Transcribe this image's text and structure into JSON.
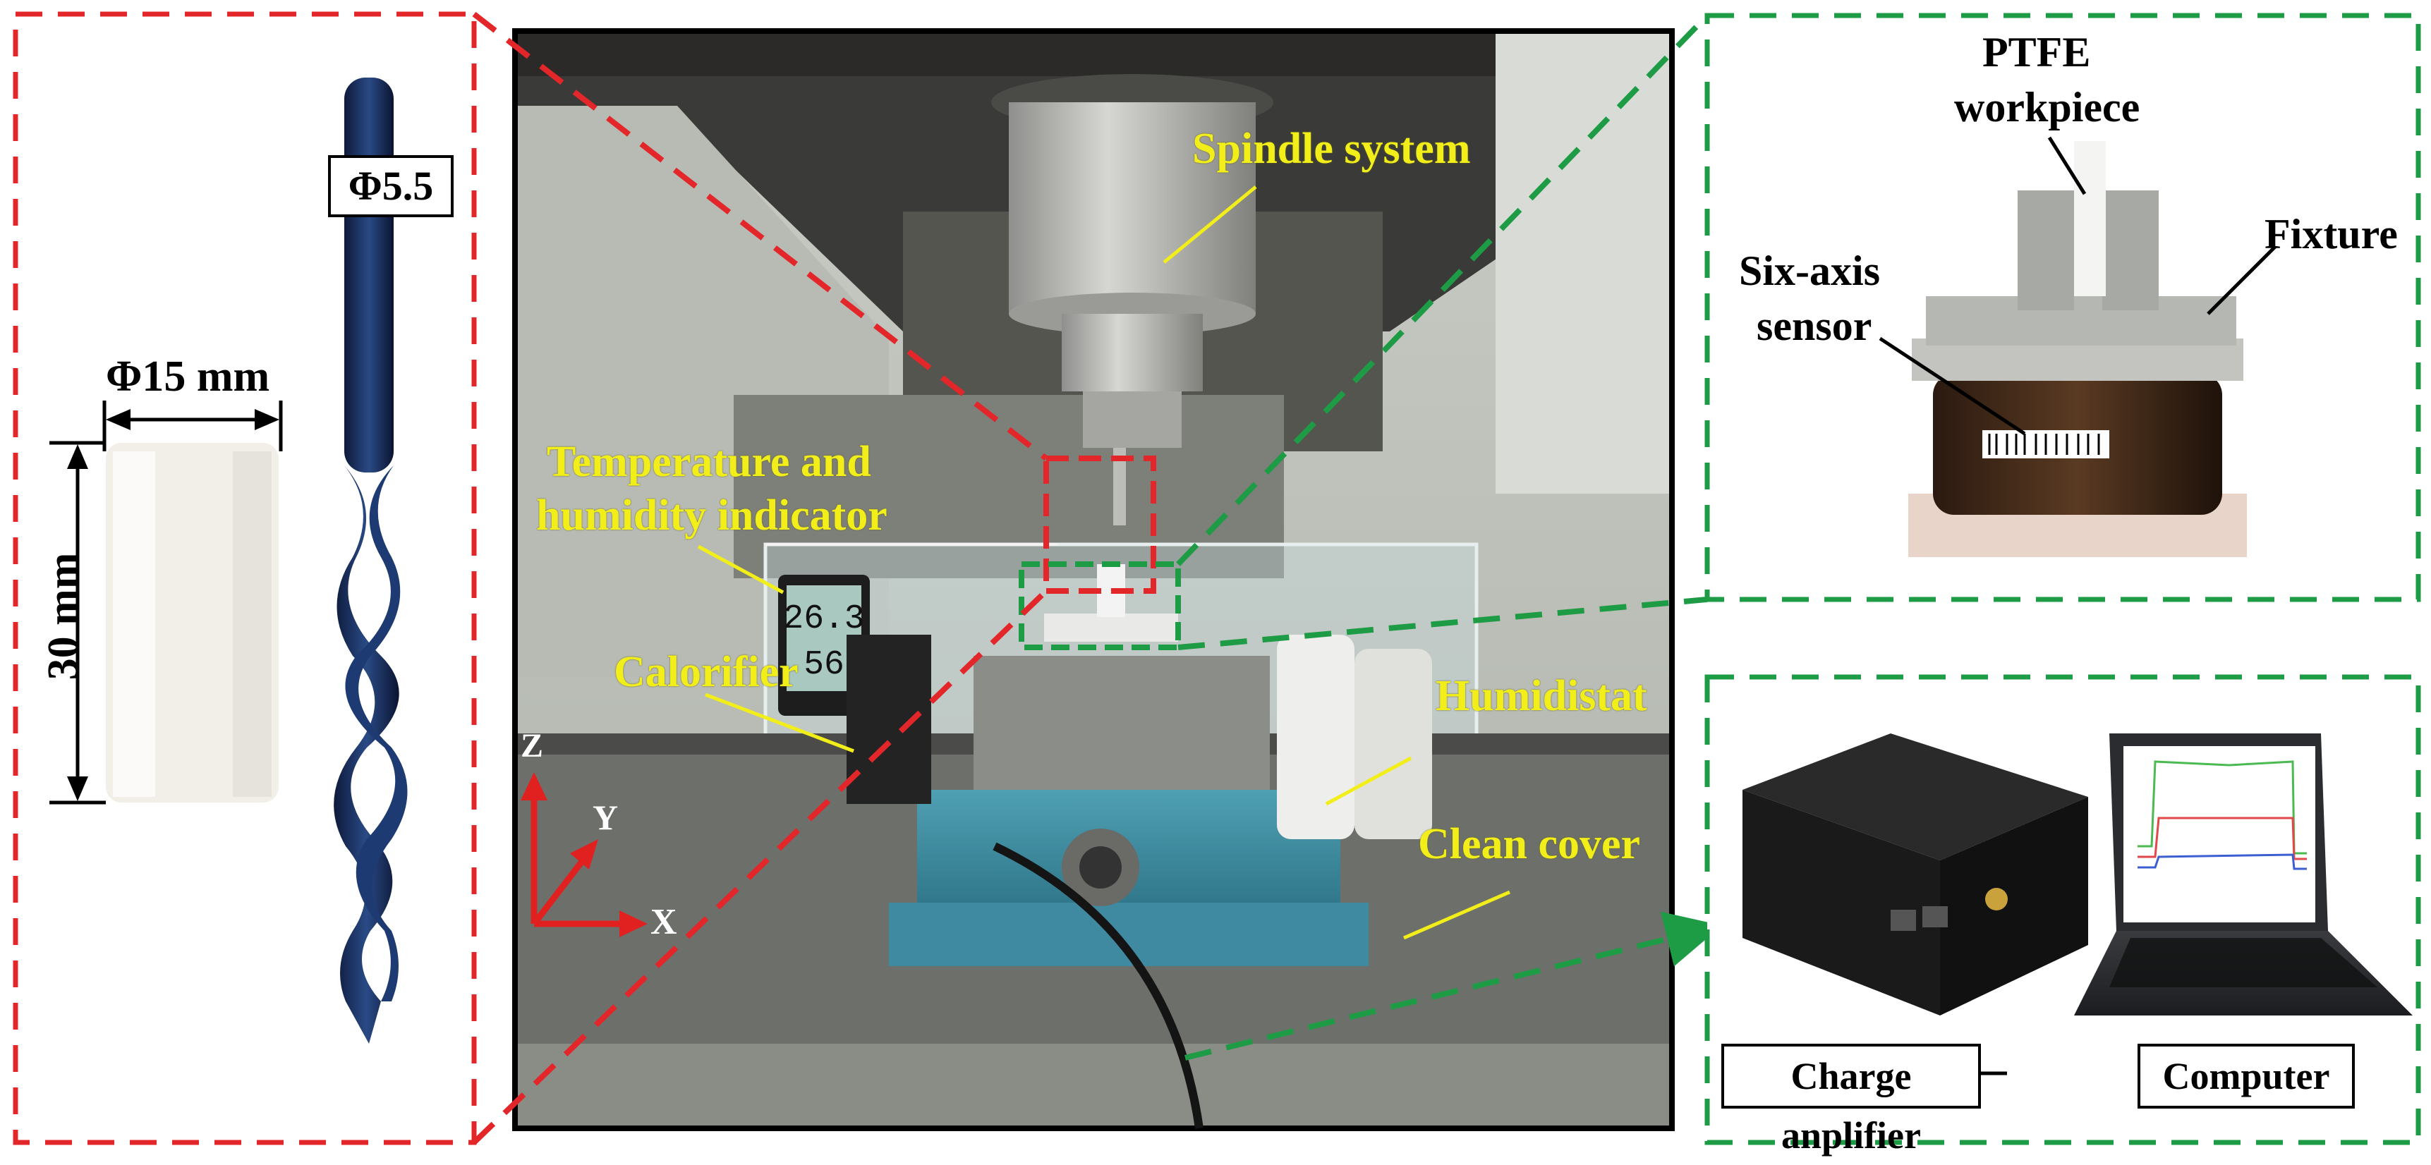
{
  "colors": {
    "red_dash": "#e3262a",
    "green_dash": "#1e9b45",
    "yellow_label": "#f2ee1a",
    "axis_red": "#e0211f"
  },
  "specimen": {
    "diameter_label": "Φ15 mm",
    "height_label": "30 mm"
  },
  "drill": {
    "diameter_label": "Φ5.5"
  },
  "machine_labels": {
    "spindle": "Spindle system",
    "temp_line1": "Temperature and",
    "temp_line2": "humidity indicator",
    "calorifier": "Calorifier",
    "humidistat": "Humidistat",
    "clean_cover": "Clean cover",
    "display_temp": "26.3",
    "display_hum": "56"
  },
  "axes": {
    "z": "Z",
    "y": "Y",
    "x": "X"
  },
  "fixture_panel": {
    "ptfe_line1": "PTFE",
    "ptfe_line2": "workpiece",
    "fixture": "Fixture",
    "sensor_line1": "Six-axis",
    "sensor_line2": "sensor"
  },
  "daq_panel": {
    "amplifier": "Charge anplifier",
    "computer": "Computer"
  }
}
